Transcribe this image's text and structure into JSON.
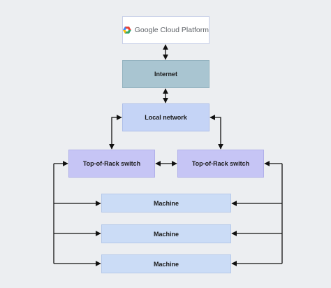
{
  "nodes": {
    "cloud": {
      "label": "Google Cloud Platform",
      "logo_colors": [
        "#4285F4",
        "#EA4335",
        "#FBBC05",
        "#34A853"
      ]
    },
    "internet": {
      "label": "Internet",
      "color": "#a9c5d1"
    },
    "local_network": {
      "label": "Local network",
      "color": "#c5d4f6"
    },
    "tor_left": {
      "label": "Top-of-Rack switch",
      "color": "#c6c5f5"
    },
    "tor_right": {
      "label": "Top-of-Rack switch",
      "color": "#c6c5f5"
    },
    "machines": [
      {
        "label": "Machine"
      },
      {
        "label": "Machine"
      },
      {
        "label": "Machine"
      }
    ]
  },
  "edges": [
    {
      "from": "cloud",
      "to": "internet",
      "arrows": "both"
    },
    {
      "from": "internet",
      "to": "local_network",
      "arrows": "both"
    },
    {
      "from": "local_network",
      "to": "tor_left",
      "arrows": "both"
    },
    {
      "from": "local_network",
      "to": "tor_right",
      "arrows": "both"
    },
    {
      "from": "tor_left",
      "to": "tor_right",
      "arrows": "both"
    },
    {
      "from": "tor_left",
      "to": "machines",
      "arrows": "both"
    },
    {
      "from": "tor_right",
      "to": "machines",
      "arrows": "both"
    }
  ],
  "colors": {
    "background": "#eceef1",
    "wire": "#111111"
  }
}
